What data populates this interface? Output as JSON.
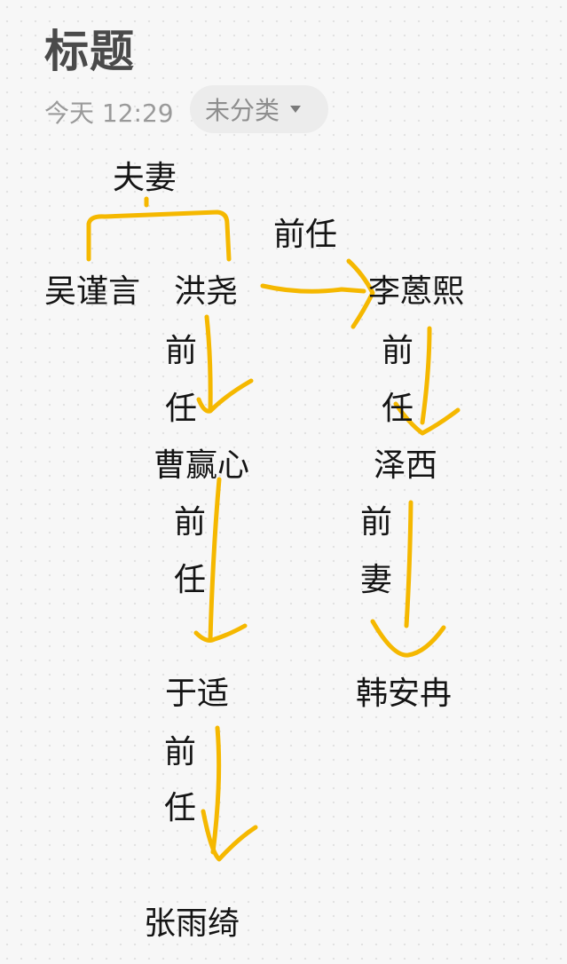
{
  "note": {
    "title": "标题",
    "time": "今天 12:29",
    "category": "未分类",
    "category_icon": "chevron-down-icon"
  },
  "accent_color": "#f5b800",
  "diagram": {
    "nodes": {
      "couple_label": "夫妻",
      "wu_jinyan": "吴谨言",
      "hong_yao": "洪尧",
      "li_enxi": "李蒽熙",
      "cao_yingxin": "曹赢心",
      "ze_xi": "泽西",
      "yu_shi": "于适",
      "han_anran": "韩安冉",
      "zhang_yuqi": "张雨绮"
    },
    "edges": {
      "hong_to_li": "前任",
      "li_to_zexi_1": "前",
      "li_to_zexi_2": "任",
      "hong_to_cao_1": "前",
      "hong_to_cao_2": "任",
      "cao_to_yu_1": "前",
      "cao_to_yu_2": "任",
      "zexi_to_han_1": "前",
      "zexi_to_han_2": "妻",
      "yu_to_zhang_1": "前",
      "yu_to_zhang_2": "任"
    }
  }
}
